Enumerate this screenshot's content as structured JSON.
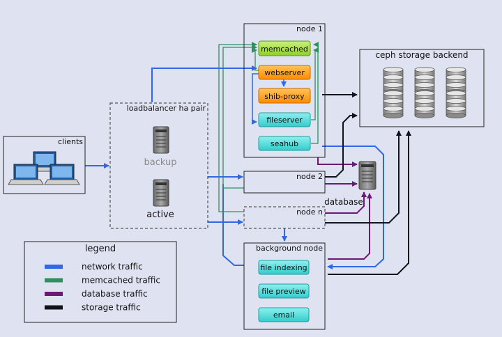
{
  "clients": {
    "label": "clients"
  },
  "loadbalancer": {
    "title": "loadbalancer ha pair",
    "backup": "backup",
    "active": "active"
  },
  "node1": {
    "title": "node 1",
    "services": {
      "memcached": "memcached",
      "webserver": "webserver",
      "shib_proxy": "shib-proxy",
      "fileserver": "fileserver",
      "seahub": "seahub"
    }
  },
  "node2": {
    "title": "node 2"
  },
  "noden": {
    "title": "node n"
  },
  "database": {
    "label": "database"
  },
  "ceph": {
    "title": "ceph storage backend"
  },
  "background": {
    "title": "background node",
    "tasks": {
      "indexing": "file indexing",
      "preview": "file preview",
      "email": "email"
    }
  },
  "legend": {
    "title": "legend",
    "items": [
      {
        "label": "network traffic",
        "color": "#2f67e6"
      },
      {
        "label": "memcached traffic",
        "color": "#2e8f5f"
      },
      {
        "label": "database traffic",
        "color": "#6d1872"
      },
      {
        "label": "storage traffic",
        "color": "#11131c"
      }
    ]
  },
  "colors": {
    "network": "#2f67e6",
    "memcached": "#2e8f5f",
    "database": "#6d1872",
    "storage": "#11131c",
    "memcached_service": "#9fdb3a",
    "web_service": "#ff9a16",
    "cyan_service": "#42d6d6"
  }
}
